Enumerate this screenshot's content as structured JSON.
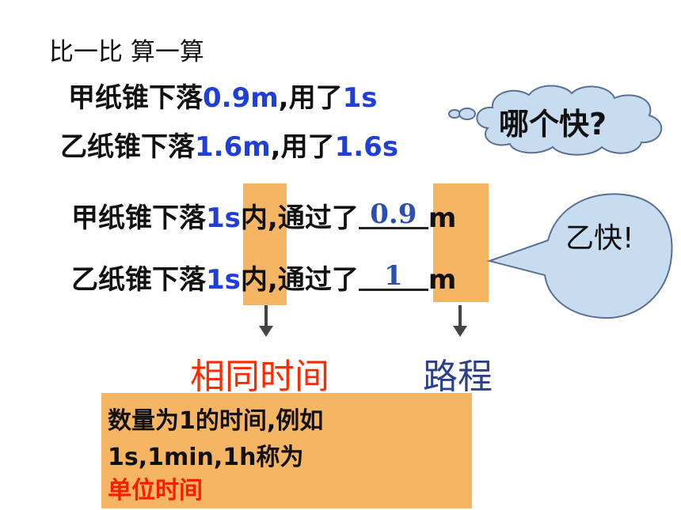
{
  "heading": "比一比 算一算",
  "statement_a": {
    "prefix": "甲纸锥下落",
    "distance": "0.9m",
    "mid": ",用了",
    "time": "1s"
  },
  "statement_b": {
    "prefix": "乙纸锥下落",
    "distance": "1.6m",
    "mid": ",用了",
    "time": "1.6s"
  },
  "question_bubble": "哪个快?",
  "compare_a": {
    "prefix": "甲纸锥下落",
    "time": "1s",
    "mid": "内,通过了",
    "answer": "0.9",
    "unit": "m"
  },
  "compare_b": {
    "prefix": "乙纸锥下落",
    "time": "1s",
    "mid": "内,通过了",
    "answer": "1",
    "unit": "m"
  },
  "answer_bubble": "乙快!",
  "label_time": "相同时间",
  "label_distance": "路程",
  "note": {
    "line1": "数量为1的时间,例如",
    "line2": "1s,1min,1h称为",
    "line3": "单位时间"
  },
  "colors": {
    "highlight": "#f5b563",
    "number_blue": "#1f3fd8",
    "red": "#ff2a00",
    "navy": "#2b3f8e",
    "cloud_fill": "#c8dcf0",
    "cloud_stroke": "#5a6f96"
  }
}
